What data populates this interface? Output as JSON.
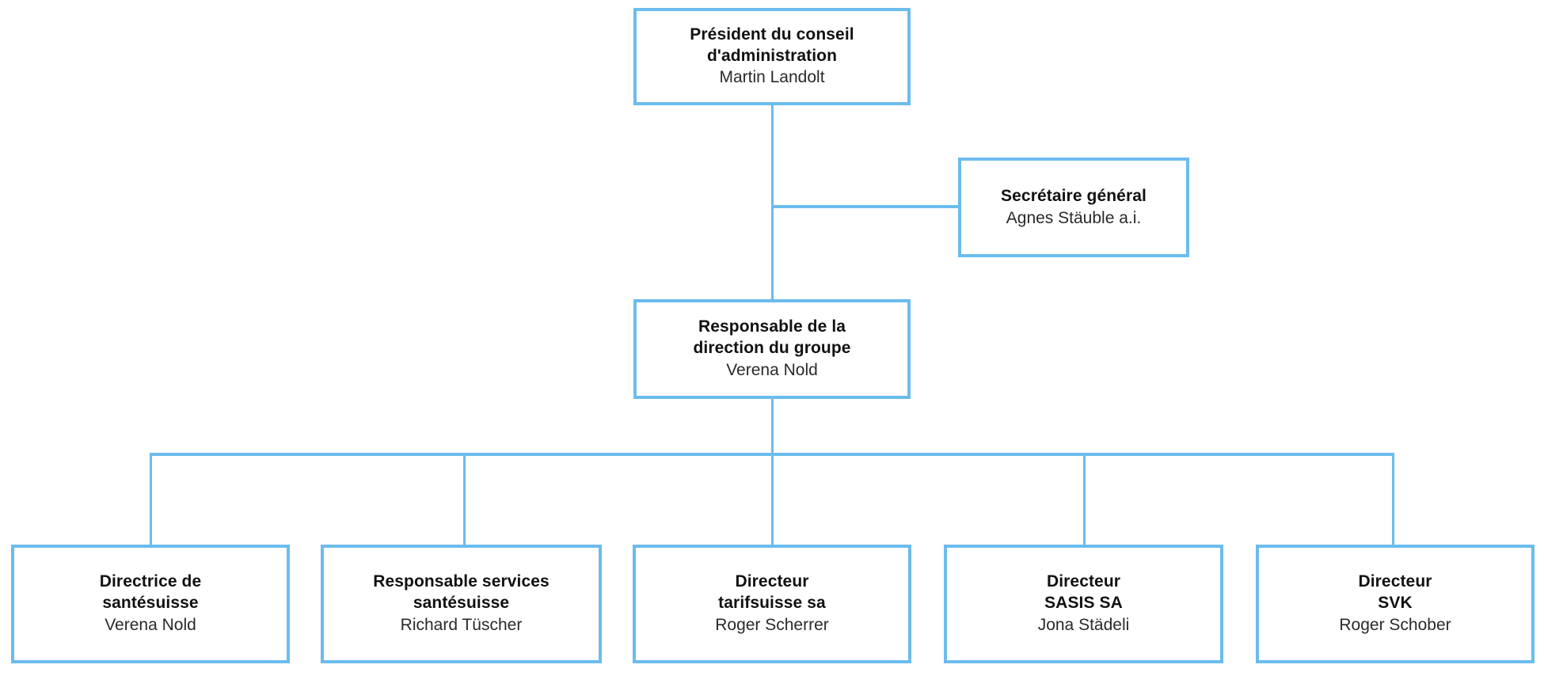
{
  "org_chart": {
    "accent_color": "#6cbced",
    "title_color": "#111111",
    "person_color": "#2a2a2a",
    "background_color": "#ffffff",
    "nodes": {
      "chairman": {
        "title": "Président du conseil\nd'administration",
        "person": "Martin Landolt"
      },
      "secretary": {
        "title": "Secrétaire général",
        "person": "Agnes Stäuble a.i."
      },
      "group_head": {
        "title": "Responsable de la\ndirection du groupe",
        "person": "Verena Nold"
      },
      "directrice_santesuisse": {
        "title": "Directrice de\nsantésuisse",
        "person": "Verena Nold"
      },
      "services_santesuisse": {
        "title": "Responsable services\nsantésuisse",
        "person": "Richard Tüscher"
      },
      "directeur_tarifsuisse": {
        "title": "Directeur\ntarifsuisse sa",
        "person": "Roger Scherrer"
      },
      "directeur_sasis": {
        "title": "Directeur\nSASIS SA",
        "person": "Jona Städeli"
      },
      "directeur_svk": {
        "title": "Directeur\nSVK",
        "person": "Roger Schober"
      }
    }
  }
}
